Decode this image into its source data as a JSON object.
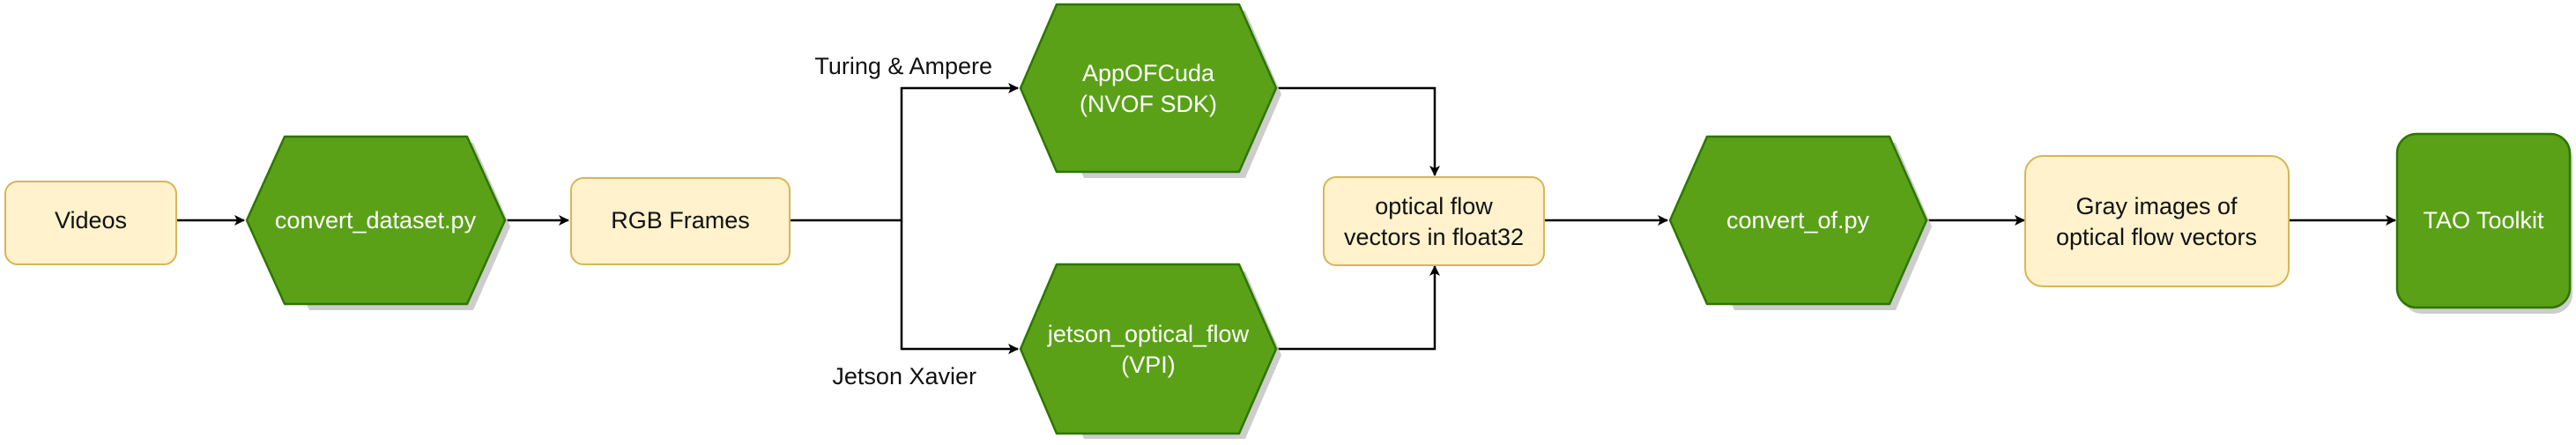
{
  "diagram": {
    "colors": {
      "process_fill": "#5aa117",
      "process_stroke": "#2d7600",
      "process_text": "#ffffff",
      "data_fill": "#fff2cc",
      "data_stroke": "#d6b656",
      "data_text": "#111111",
      "edge": "#000000",
      "shadow": "#c8c8c8"
    },
    "nodes": {
      "videos": {
        "label": "Videos",
        "shape": "rounded-rectangle"
      },
      "convert_dataset": {
        "label": "convert_dataset.py",
        "shape": "hexagon"
      },
      "rgb_frames": {
        "label": "RGB Frames",
        "shape": "rounded-rectangle"
      },
      "appofcuda": {
        "line1": "AppOFCuda",
        "line2": "(NVOF SDK)",
        "shape": "hexagon"
      },
      "jetson_flow": {
        "line1": "jetson_optical_flow",
        "line2": "(VPI)",
        "shape": "hexagon"
      },
      "optical_flow": {
        "line1": "optical flow",
        "line2": "vectors in float32",
        "shape": "rounded-rectangle"
      },
      "convert_of": {
        "label": "convert_of.py",
        "shape": "hexagon"
      },
      "gray_images": {
        "line1": "Gray images of",
        "line2": "optical flow vectors",
        "shape": "rounded-rectangle"
      },
      "tao_toolkit": {
        "label": "TAO Toolkit",
        "shape": "rounded-rectangle"
      }
    },
    "edge_labels": {
      "turing": "Turing & Ampere",
      "jetson": "Jetson Xavier"
    }
  }
}
